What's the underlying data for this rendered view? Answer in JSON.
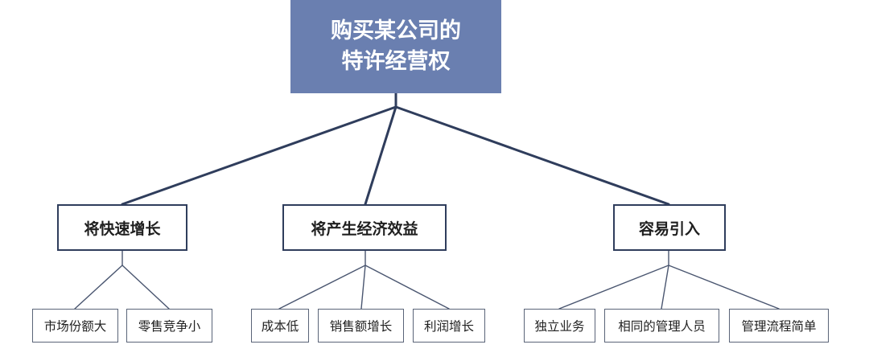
{
  "root": {
    "line1": "购买某公司的",
    "line2": "特许经营权"
  },
  "branches": [
    {
      "label": "将快速增长",
      "children": [
        "市场份额大",
        "零售竞争小"
      ]
    },
    {
      "label": "将产生经济效益",
      "children": [
        "成本低",
        "销售额增长",
        "利润增长"
      ]
    },
    {
      "label": "容易引入",
      "children": [
        "独立业务",
        "相同的管理人员",
        "管理流程简单"
      ]
    }
  ],
  "colors": {
    "root_fill": "#6a7fb0",
    "line_dark": "#2f3d5c"
  }
}
